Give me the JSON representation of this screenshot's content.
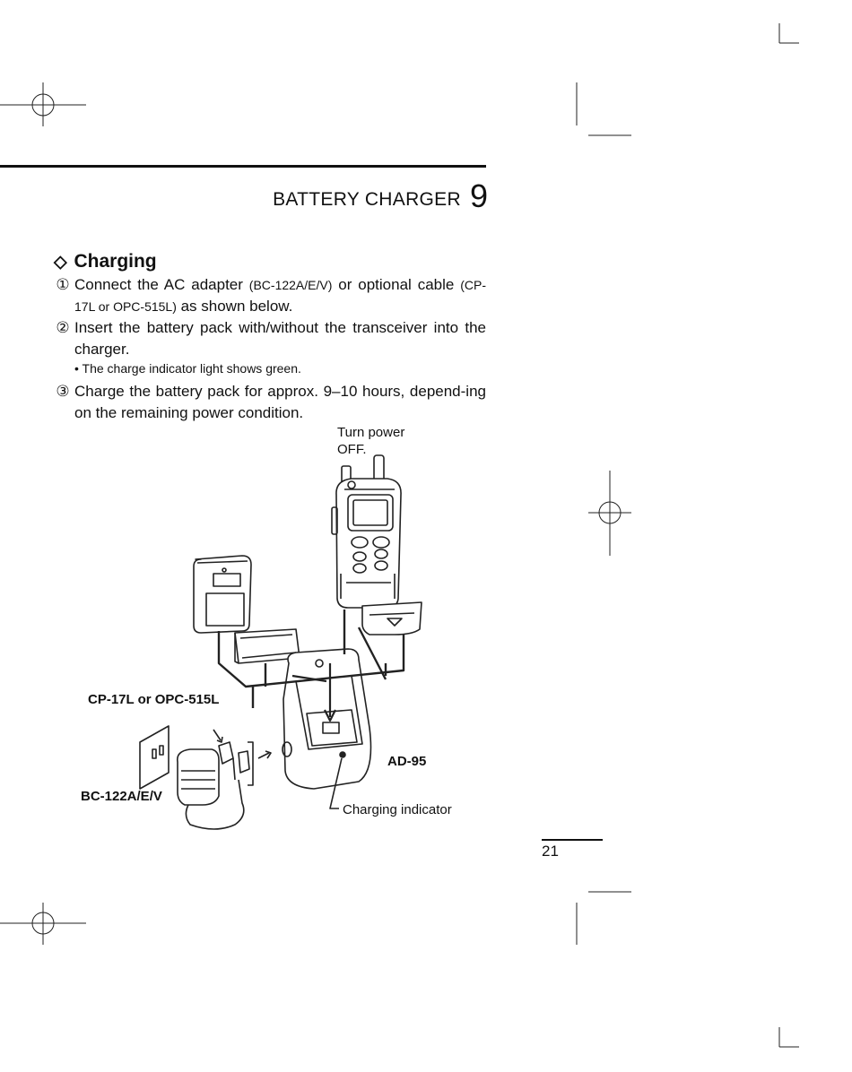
{
  "header": {
    "chapter_title": "BATTERY CHARGER",
    "chapter_number": "9"
  },
  "section": {
    "symbol": "◇",
    "title": "Charging"
  },
  "steps": [
    {
      "num": "①",
      "t1": "Connect the AC adapter ",
      "t2": "(BC-122A/E/V)",
      "t3": " or optional cable ",
      "t4": "(CP-17L or OPC-515L)",
      "t5": " as shown below."
    },
    {
      "num": "②",
      "text": "Insert the battery pack with/without the transceiver into the charger."
    },
    {
      "num": "③",
      "text": "Charge the battery pack for approx. 9–10 hours, depend-ing on the remaining power condition."
    }
  ],
  "note": "• The charge indicator light shows green.",
  "figure": {
    "turn_power_line1": "Turn power",
    "turn_power_line2": "OFF.",
    "cable_label": "CP-17L or OPC-515L",
    "adapter_label": "BC-122A/E/V",
    "charger_label": "AD-95",
    "indicator_label": "Charging indicator"
  },
  "page_number": "21"
}
